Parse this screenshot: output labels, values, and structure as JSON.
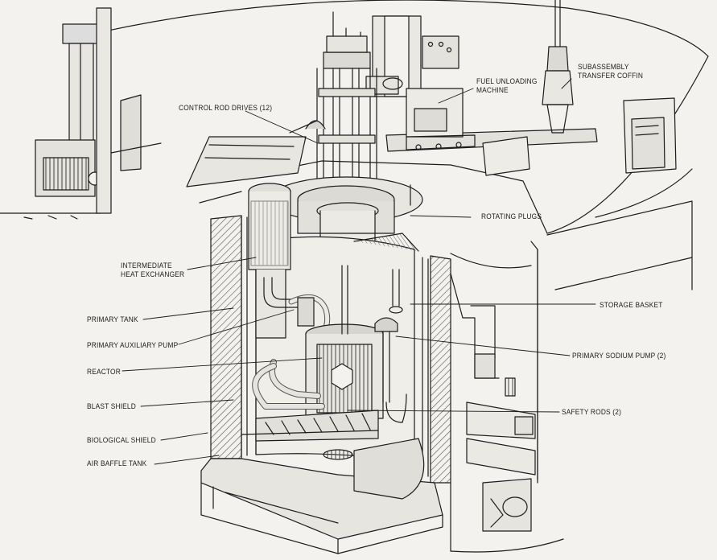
{
  "labels": {
    "subassembly_line1": "SUBASSEMBLY",
    "subassembly_line2": "TRANSFER COFFIN",
    "fuel_line1": "FUEL UNLOADING",
    "fuel_line2": "MACHINE",
    "control_rod_drives": "CONTROL ROD DRIVES (12)",
    "rotating_plugs": "ROTATING PLUGS",
    "ihx_line1": "INTERMEDIATE",
    "ihx_line2": "HEAT EXCHANGER",
    "storage_basket": "STORAGE BASKET",
    "primary_tank": "PRIMARY TANK",
    "primary_aux_pump": "PRIMARY AUXILIARY PUMP",
    "primary_sodium_pump": "PRIMARY SODIUM PUMP (2)",
    "reactor": "REACTOR",
    "blast_shield": "BLAST SHIELD",
    "safety_rods": "SAFETY RODS (2)",
    "biological_shield": "BIOLOGICAL SHIELD",
    "air_baffle_tank": "AIR BAFFLE TANK"
  },
  "colors": {
    "ink": "#1c1c1c",
    "paper": "#f4f2ee",
    "shade": "#9a9893"
  }
}
